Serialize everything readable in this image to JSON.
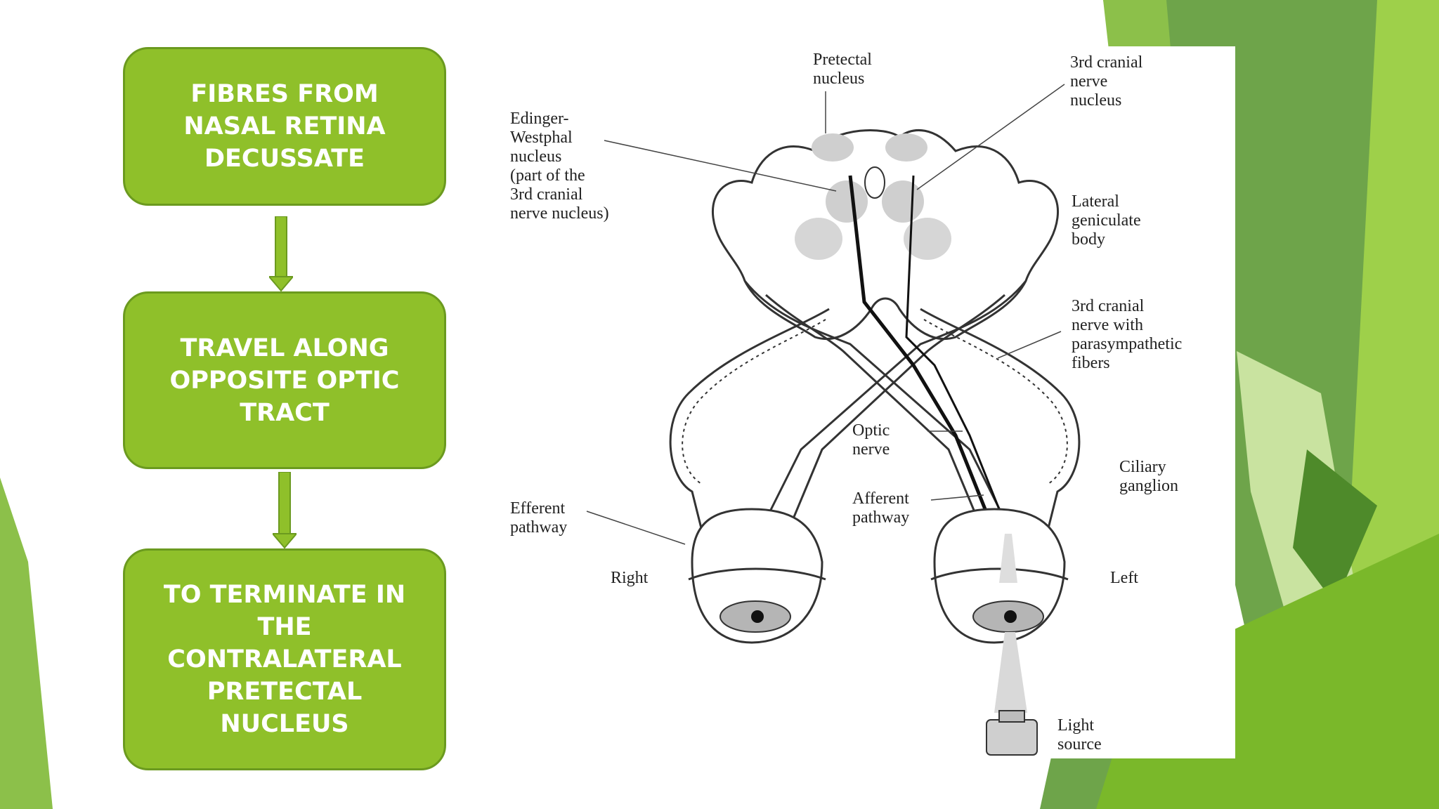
{
  "flowchart": {
    "steps": [
      {
        "text": "FIBRES FROM NASAL RETINA DECUSSATE"
      },
      {
        "text": "TRAVEL ALONG OPPOSITE OPTIC TRACT"
      },
      {
        "text": "TO TERMINATE IN THE CONTRALATERAL PRETECTAL NUCLEUS"
      }
    ]
  },
  "diagram": {
    "labels": {
      "pretectal_nucleus": "Pretectal\nnucleus",
      "third_cranial_nerve_nucleus": "3rd cranial\nnerve\nnucleus",
      "edinger_westphal": "Edinger-\nWestphal\nnucleus\n(part of the\n3rd cranial\nnerve nucleus)",
      "lateral_geniculate_body": "Lateral\ngeniculate\nbody",
      "third_cranial_nerve_parasympathetic": "3rd cranial\nnerve with\nparasympathetic\nfibers",
      "optic_nerve": "Optic\nnerve",
      "ciliary_ganglion": "Ciliary\nganglion",
      "efferent_pathway": "Efferent\npathway",
      "afferent_pathway": "Afferent\npathway",
      "right": "Right",
      "left": "Left",
      "light_source": "Light\nsource"
    }
  },
  "colors": {
    "box_fill": "#8fc02a",
    "box_border": "#6b9a1f",
    "accent_green": "#7ab82a",
    "dark_green": "#4f8a2a"
  }
}
